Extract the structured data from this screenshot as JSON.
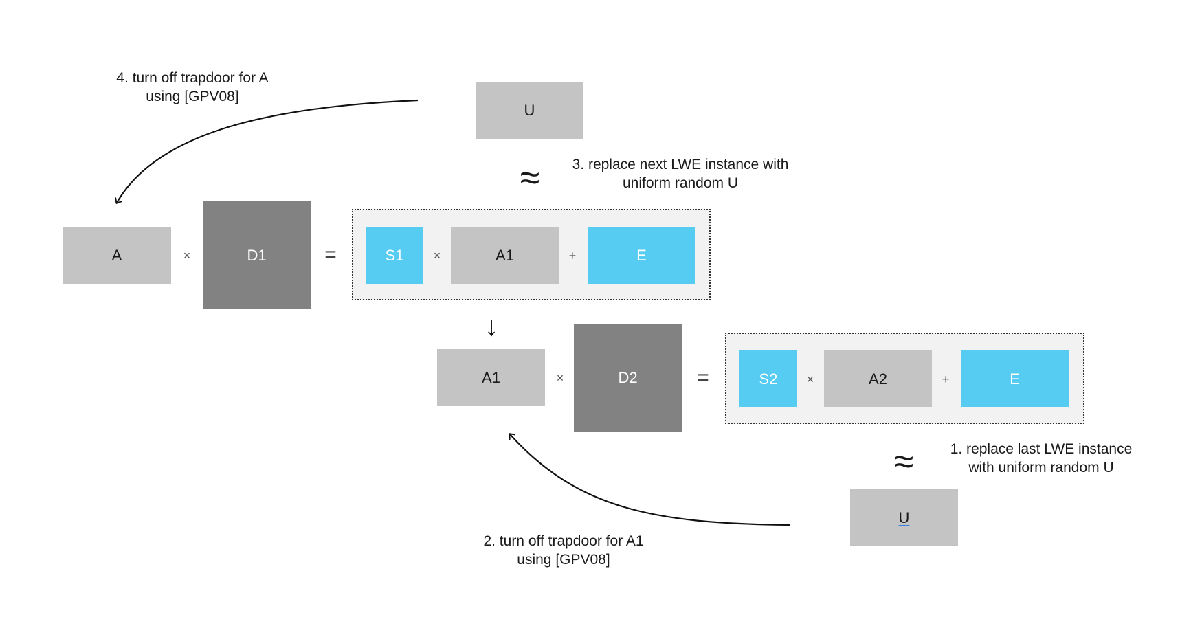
{
  "top_u": {
    "label": "U"
  },
  "row1": {
    "a": "A",
    "times1": "×",
    "d1": "D1",
    "equals": "=",
    "s1": "S1",
    "times2": "×",
    "a1": "A1",
    "plus": "+",
    "e": "E"
  },
  "down_arrow": "↓",
  "row2": {
    "a1": "A1",
    "times1": "×",
    "d2": "D2",
    "equals": "=",
    "s2": "S2",
    "times2": "×",
    "a2": "A2",
    "plus": "+",
    "e": "E"
  },
  "bottom_u": {
    "label": "U"
  },
  "approx_symbol": "≈",
  "steps": {
    "step1": {
      "line1": "1. replace last LWE instance",
      "line2": "with uniform random U"
    },
    "step2": {
      "line1": "2. turn off trapdoor for A1",
      "line2": "using [GPV08]"
    },
    "step3": {
      "line1": "3. replace next LWE instance with",
      "line2": "uniform random U"
    },
    "step4": {
      "line1": "4. turn off trapdoor for A",
      "line2": "using [GPV08]"
    }
  },
  "colors": {
    "light_box": "#c4c4c4",
    "dark_box": "#828282",
    "blue_box": "#56ccf2",
    "group_bg": "#f2f2f2"
  }
}
